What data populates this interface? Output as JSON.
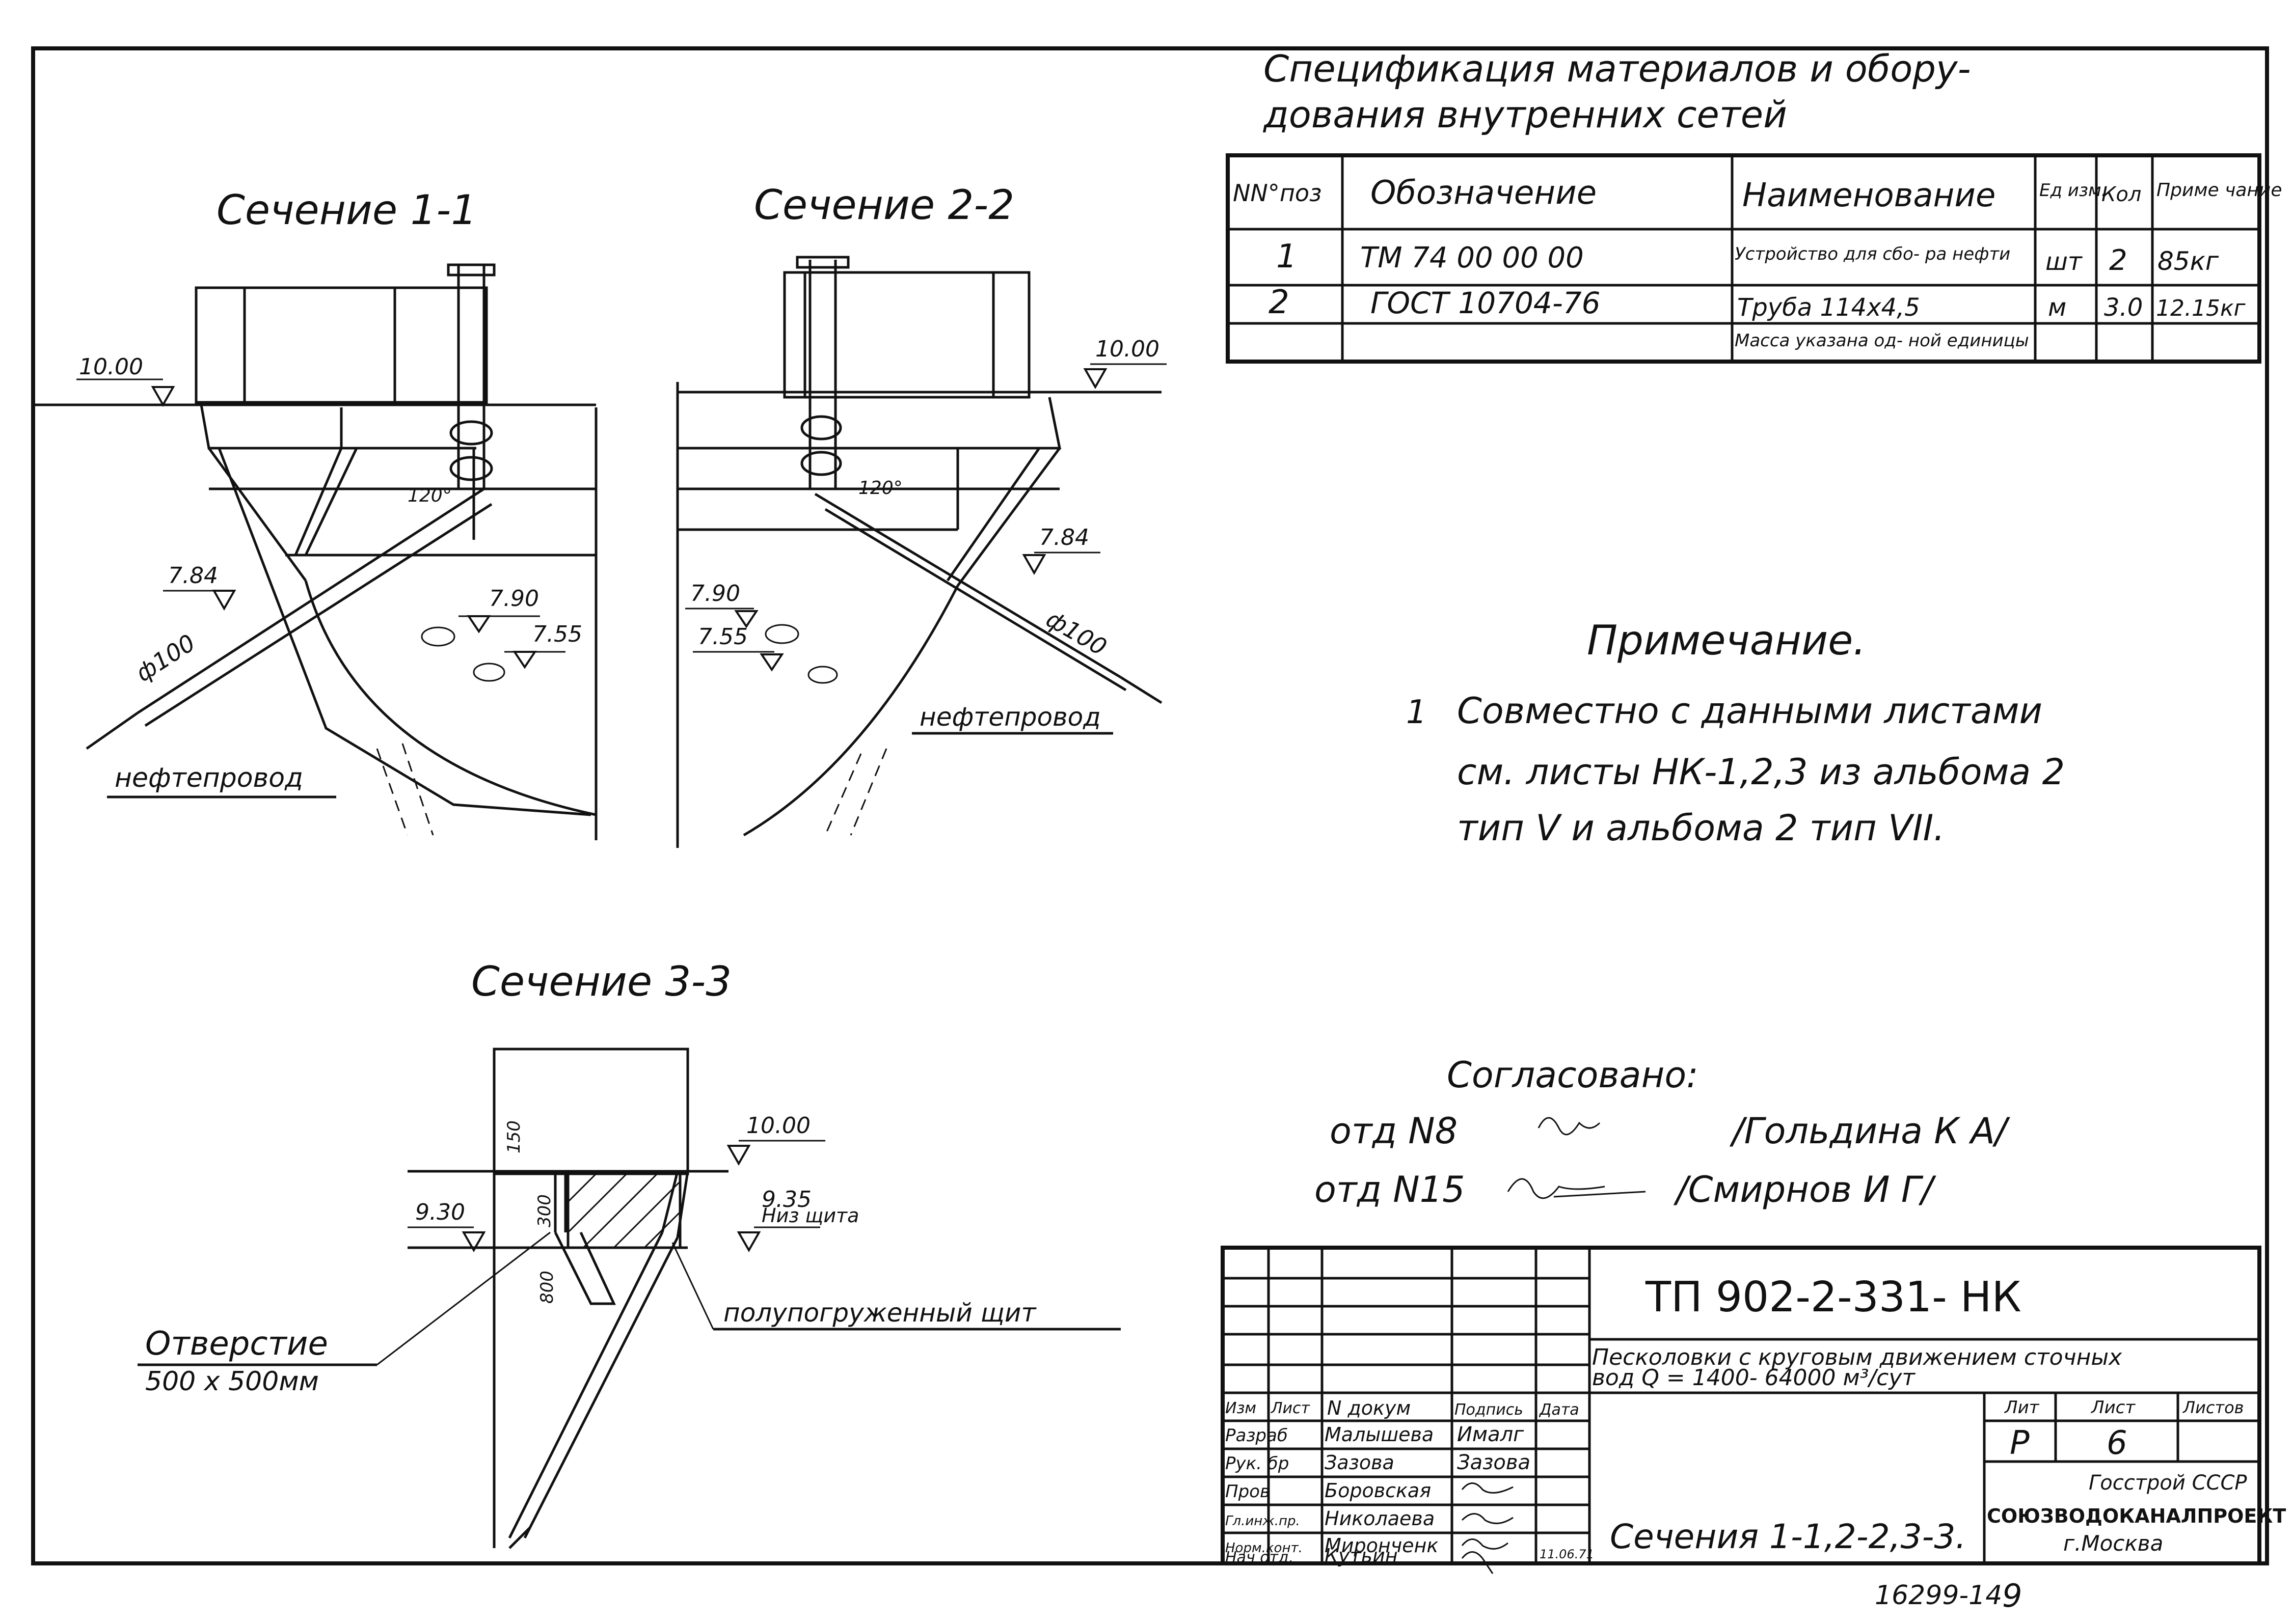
{
  "spec": {
    "title_line1": "Спецификация материалов и обору-",
    "title_line2": "дования внутренних сетей",
    "headers": {
      "pos": "NN°поз",
      "designation": "Обозначение",
      "name": "Наименование",
      "unit": "Ед изм.",
      "qty": "Кол",
      "note": "Приме чание"
    },
    "rows": [
      {
        "pos": "1",
        "designation": "ТМ 74 00 00 00",
        "name": "Устройство для сбо- ра нефти",
        "unit": "шт",
        "qty": "2",
        "note": "85кг"
      },
      {
        "pos": "2",
        "designation": "ГОСТ 10704-76",
        "name": "Труба 114х4,5",
        "unit": "м",
        "qty": "3.0",
        "note": "12.15кг"
      },
      {
        "pos": "",
        "designation": "",
        "name": "Масса указана од- ной единицы",
        "unit": "",
        "qty": "",
        "note": ""
      }
    ]
  },
  "sections": {
    "s11": "Сечение 1-1",
    "s22": "Сечение 2-2",
    "s33": "Сечение 3-3"
  },
  "labels": {
    "l1000a": "10.00",
    "l784a": "7.84",
    "l790a": "7.90",
    "l755a": "7.55",
    "phi100a": "ф100",
    "oilpipe_a": "нефтепровод",
    "angle_a": "120°",
    "l1000b": "10.00",
    "l784b": "7.84",
    "l790b": "7.90",
    "l755b": "7.55",
    "phi100b": "ф100",
    "oilpipe_b": "нефтепровод",
    "angle_b": "120°",
    "l1000c": "10.00",
    "l930": "9.30",
    "l935": "9.35",
    "l935sub": "Низ щита",
    "dim150": "150",
    "dim300": "300",
    "dim800": "800",
    "hole_line1": "Отверстие",
    "hole_line2": "500 х 500мм",
    "shield": "полупогруженный щит"
  },
  "note": {
    "title": "Примечание.",
    "num": "1",
    "line1": "Совместно с данными листами",
    "line2": "см. листы НК-1,2,3 из альбома 2",
    "line3": "тип V и альбома 2 тип VII."
  },
  "agreed": {
    "title": "Согласовано:",
    "row1_dept": "отд N8",
    "row1_name": "/Гольдина К А/",
    "row2_dept": "отд N15",
    "row2_name": "/Смирнов И Г/"
  },
  "stamp": {
    "code": "ТП 902-2-331-    НК",
    "project_line1": "Песколовки с круговым движением сточных",
    "project_line2": "вод Q = 1400- 64000 м³/сут",
    "sheet_title": "Сечения 1-1,2-2,3-3.",
    "col_headers": {
      "izm": "Изм",
      "list": "Лист",
      "ndoc": "N докум",
      "sign": "Подпись",
      "date": "Дата"
    },
    "roles": [
      {
        "role": "Разраб",
        "name": "Малышева"
      },
      {
        "role": "Рук. бр",
        "name": "Зазова"
      },
      {
        "role": "Пров",
        "name": "Боровская"
      },
      {
        "role": "Гл.инж.пр.",
        "name": "Николаева"
      },
      {
        "role": "Норм.конт.",
        "name": "Миронченк"
      },
      {
        "role": "Нач отд.",
        "name": "Кутьин"
      }
    ],
    "sign_text": {
      "s1": "Ималг",
      "s2": "Зазова"
    },
    "date_val": "11.06.71",
    "lit_hdr": "Лит",
    "sheet_hdr": "Лист",
    "sheets_hdr": "Листов",
    "lit_val": "Р",
    "sheet_val": "6",
    "org1": "Госстрой СССР",
    "org2": "СОЮЗВОДОКАНАЛПРОЕКТ",
    "org3": "г.Москва"
  },
  "archive": "16299-14",
  "page_num": "9"
}
